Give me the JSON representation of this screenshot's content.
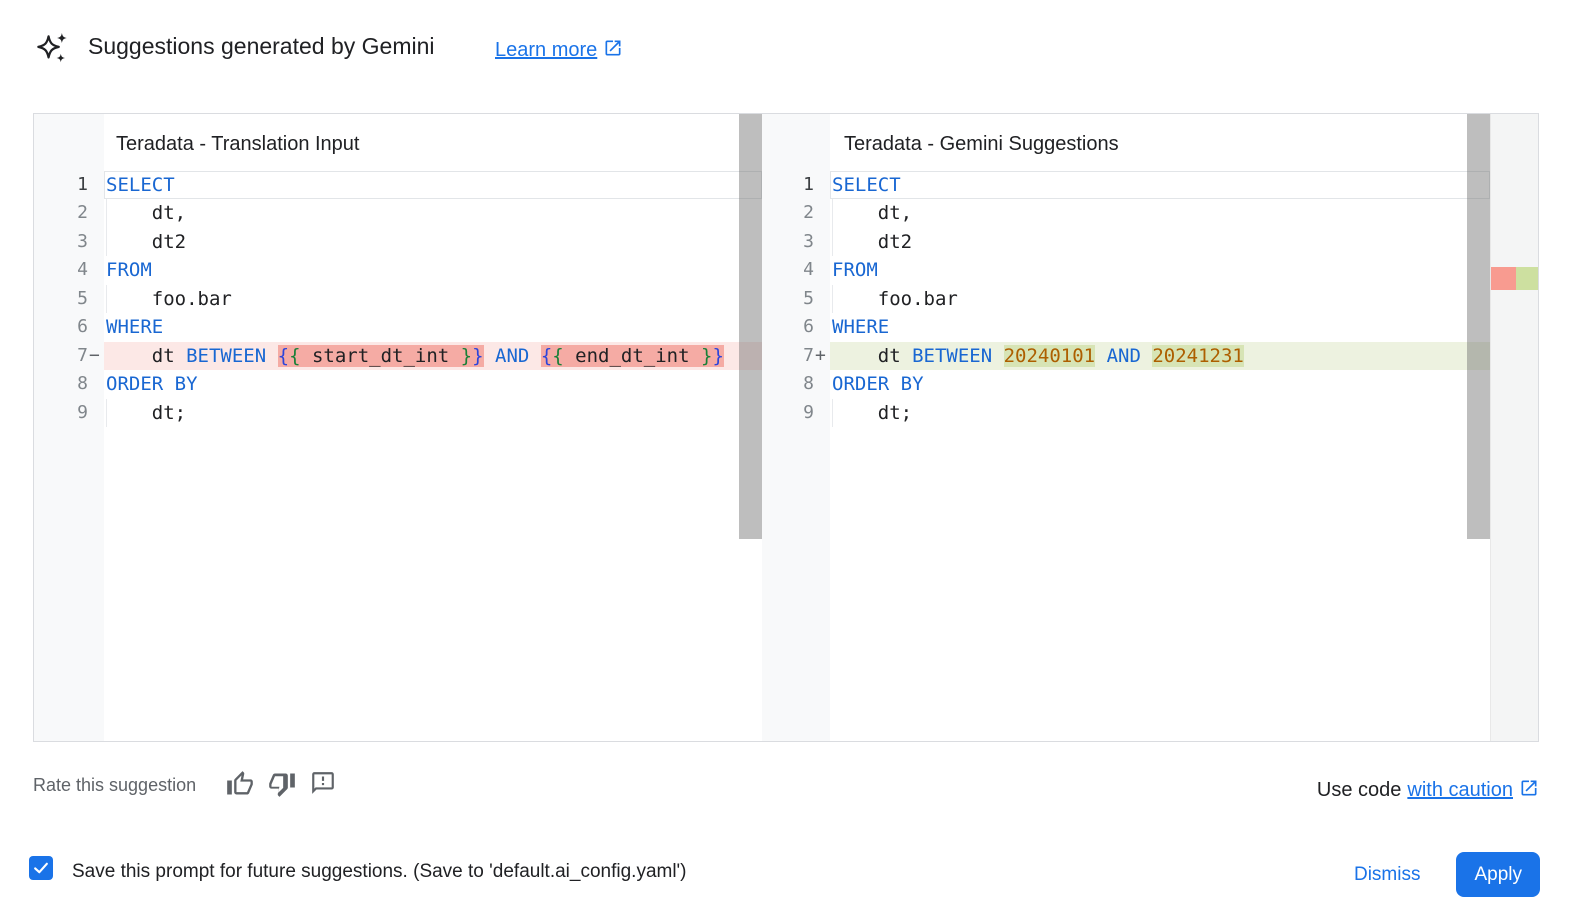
{
  "header": {
    "icon": "gemini-sparkle-icon",
    "title": "Suggestions generated by Gemini",
    "learn_more_label": "Learn more"
  },
  "panels": [
    {
      "title": "Teradata - Translation Input",
      "lines": [
        {
          "n": "1",
          "active": true,
          "s": [
            {
              "t": "SELECT",
              "c": "kw"
            }
          ]
        },
        {
          "n": "2",
          "ind": true,
          "s": [
            {
              "t": "    dt,"
            }
          ]
        },
        {
          "n": "3",
          "ind": true,
          "s": [
            {
              "t": "    dt2"
            }
          ]
        },
        {
          "n": "4",
          "s": [
            {
              "t": "FROM",
              "c": "kw"
            }
          ]
        },
        {
          "n": "5",
          "ind": true,
          "s": [
            {
              "t": "    foo.bar"
            }
          ]
        },
        {
          "n": "6",
          "s": [
            {
              "t": "WHERE",
              "c": "kw"
            }
          ]
        },
        {
          "n": "7",
          "m": "−",
          "d": "del",
          "s": [
            {
              "t": "    dt "
            },
            {
              "t": "BETWEEN",
              "c": "kw"
            },
            {
              "t": " "
            },
            {
              "hl": [
                {
                  "t": "{",
                  "c": "bb"
                },
                {
                  "t": "{",
                  "c": "bg"
                },
                {
                  "t": " start_dt_int "
                },
                {
                  "t": "}",
                  "c": "bg"
                },
                {
                  "t": "}",
                  "c": "bb"
                }
              ]
            },
            {
              "t": " "
            },
            {
              "t": "AND",
              "c": "kw"
            },
            {
              "t": " "
            },
            {
              "hl": [
                {
                  "t": "{",
                  "c": "bb"
                },
                {
                  "t": "{",
                  "c": "bg"
                },
                {
                  "t": " end_dt_int "
                },
                {
                  "t": "}",
                  "c": "bg"
                },
                {
                  "t": "}",
                  "c": "bb"
                }
              ]
            }
          ]
        },
        {
          "n": "8",
          "s": [
            {
              "t": "ORDER BY",
              "c": "kw"
            }
          ]
        },
        {
          "n": "9",
          "ind": true,
          "s": [
            {
              "t": "    dt;"
            }
          ]
        }
      ]
    },
    {
      "title": "Teradata - Gemini Suggestions",
      "lines": [
        {
          "n": "1",
          "active": true,
          "s": [
            {
              "t": "SELECT",
              "c": "kw"
            }
          ]
        },
        {
          "n": "2",
          "ind": true,
          "s": [
            {
              "t": "    dt,"
            }
          ]
        },
        {
          "n": "3",
          "ind": true,
          "s": [
            {
              "t": "    dt2"
            }
          ]
        },
        {
          "n": "4",
          "s": [
            {
              "t": "FROM",
              "c": "kw"
            }
          ]
        },
        {
          "n": "5",
          "ind": true,
          "s": [
            {
              "t": "    foo.bar"
            }
          ]
        },
        {
          "n": "6",
          "s": [
            {
              "t": "WHERE",
              "c": "kw"
            }
          ]
        },
        {
          "n": "7",
          "m": "+",
          "d": "add",
          "s": [
            {
              "t": "    dt "
            },
            {
              "t": "BETWEEN",
              "c": "kw"
            },
            {
              "t": " "
            },
            {
              "hl": [
                {
                  "t": "20240101",
                  "c": "num"
                }
              ]
            },
            {
              "t": " "
            },
            {
              "t": "AND",
              "c": "kw"
            },
            {
              "t": " "
            },
            {
              "hl": [
                {
                  "t": "20241231",
                  "c": "num"
                }
              ]
            }
          ]
        },
        {
          "n": "8",
          "s": [
            {
              "t": "ORDER BY",
              "c": "kw"
            }
          ]
        },
        {
          "n": "9",
          "ind": true,
          "s": [
            {
              "t": "    dt;"
            }
          ]
        }
      ]
    }
  ],
  "footer": {
    "rate_label": "Rate this suggestion",
    "icons": [
      "thumb-up-icon",
      "thumb-down-icon",
      "feedback-icon"
    ],
    "use_code_prefix": "Use code",
    "use_code_link": "with caution",
    "save_label": "Save this prompt for future suggestions. (Save to 'default.ai_config.yaml')",
    "save_checked": true,
    "dismiss_label": "Dismiss",
    "apply_label": "Apply"
  },
  "colors": {
    "accent": "#1a73e8",
    "keyword": "#1967d2",
    "number_literal": "#ad5f00",
    "brace_outer": "#2c44db",
    "brace_inner": "#188038",
    "deleted_line_bg": "#fce8e6",
    "deleted_word_bg": "#f5aba4",
    "added_line_bg": "#edf2e0",
    "added_word_bg": "#d7e4b5",
    "ruler_deleted": "#f89b90",
    "ruler_added": "#cde0a0"
  }
}
